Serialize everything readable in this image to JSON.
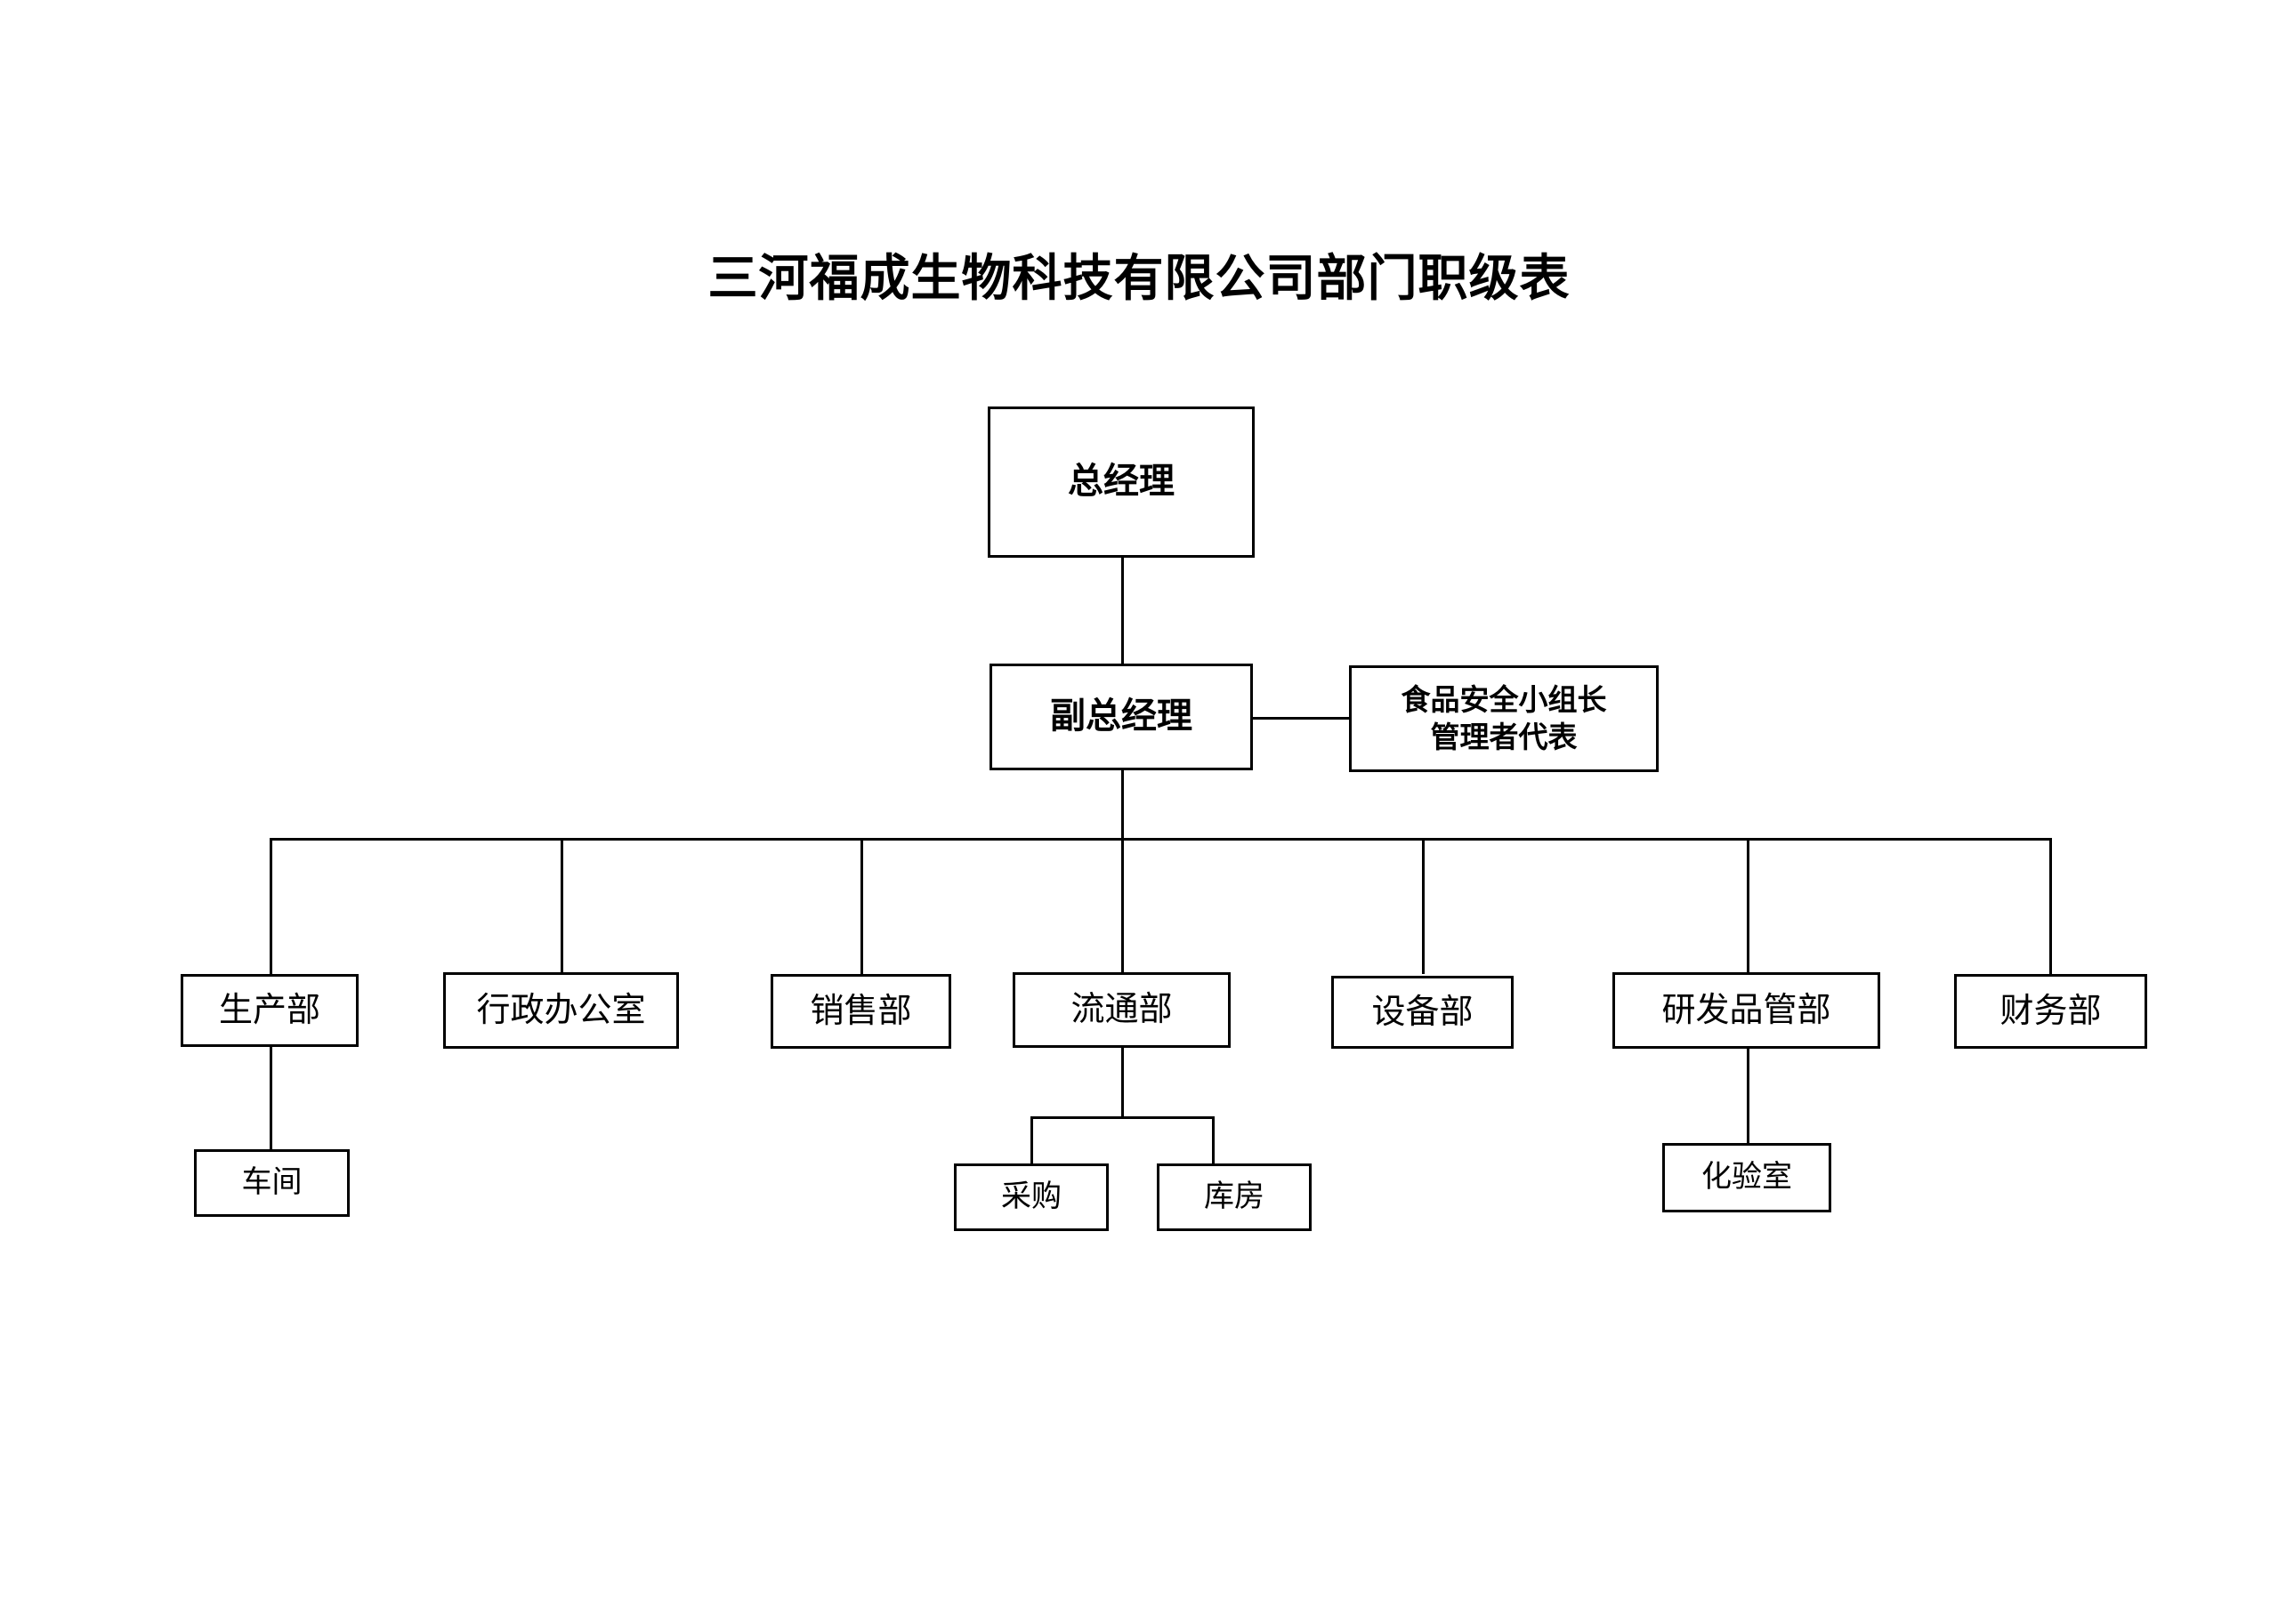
{
  "document": {
    "title": "三河福成生物科技有限公司部门职级表",
    "background_color": "#ffffff",
    "line_color": "#000000",
    "text_color": "#000000"
  },
  "org_chart": {
    "type": "organization-hierarchy",
    "levels": 4,
    "nodes": {
      "general_manager": {
        "label": "总经理"
      },
      "deputy_general_manager": {
        "label": "副总经理"
      },
      "food_safety_leader": {
        "label": "食品安全小组长\n管理者代表"
      },
      "production": {
        "label": "生产部"
      },
      "admin_office": {
        "label": "行政办公室"
      },
      "sales": {
        "label": "销售部"
      },
      "distribution": {
        "label": "流通部"
      },
      "equipment": {
        "label": "设备部"
      },
      "rd_quality": {
        "label": "研发品管部"
      },
      "finance": {
        "label": "财务部"
      },
      "workshop": {
        "label": "车间"
      },
      "purchasing": {
        "label": "采购"
      },
      "warehouse": {
        "label": "库房"
      },
      "laboratory": {
        "label": "化验室"
      }
    },
    "relationships": [
      {
        "parent": "general_manager",
        "child": "deputy_general_manager"
      },
      {
        "parent": "deputy_general_manager",
        "child": "food_safety_leader"
      },
      {
        "parent": "deputy_general_manager",
        "child": "production"
      },
      {
        "parent": "deputy_general_manager",
        "child": "admin_office"
      },
      {
        "parent": "deputy_general_manager",
        "child": "sales"
      },
      {
        "parent": "deputy_general_manager",
        "child": "distribution"
      },
      {
        "parent": "deputy_general_manager",
        "child": "equipment"
      },
      {
        "parent": "deputy_general_manager",
        "child": "rd_quality"
      },
      {
        "parent": "deputy_general_manager",
        "child": "finance"
      },
      {
        "parent": "production",
        "child": "workshop"
      },
      {
        "parent": "distribution",
        "child": "purchasing"
      },
      {
        "parent": "distribution",
        "child": "warehouse"
      },
      {
        "parent": "rd_quality",
        "child": "laboratory"
      }
    ]
  }
}
